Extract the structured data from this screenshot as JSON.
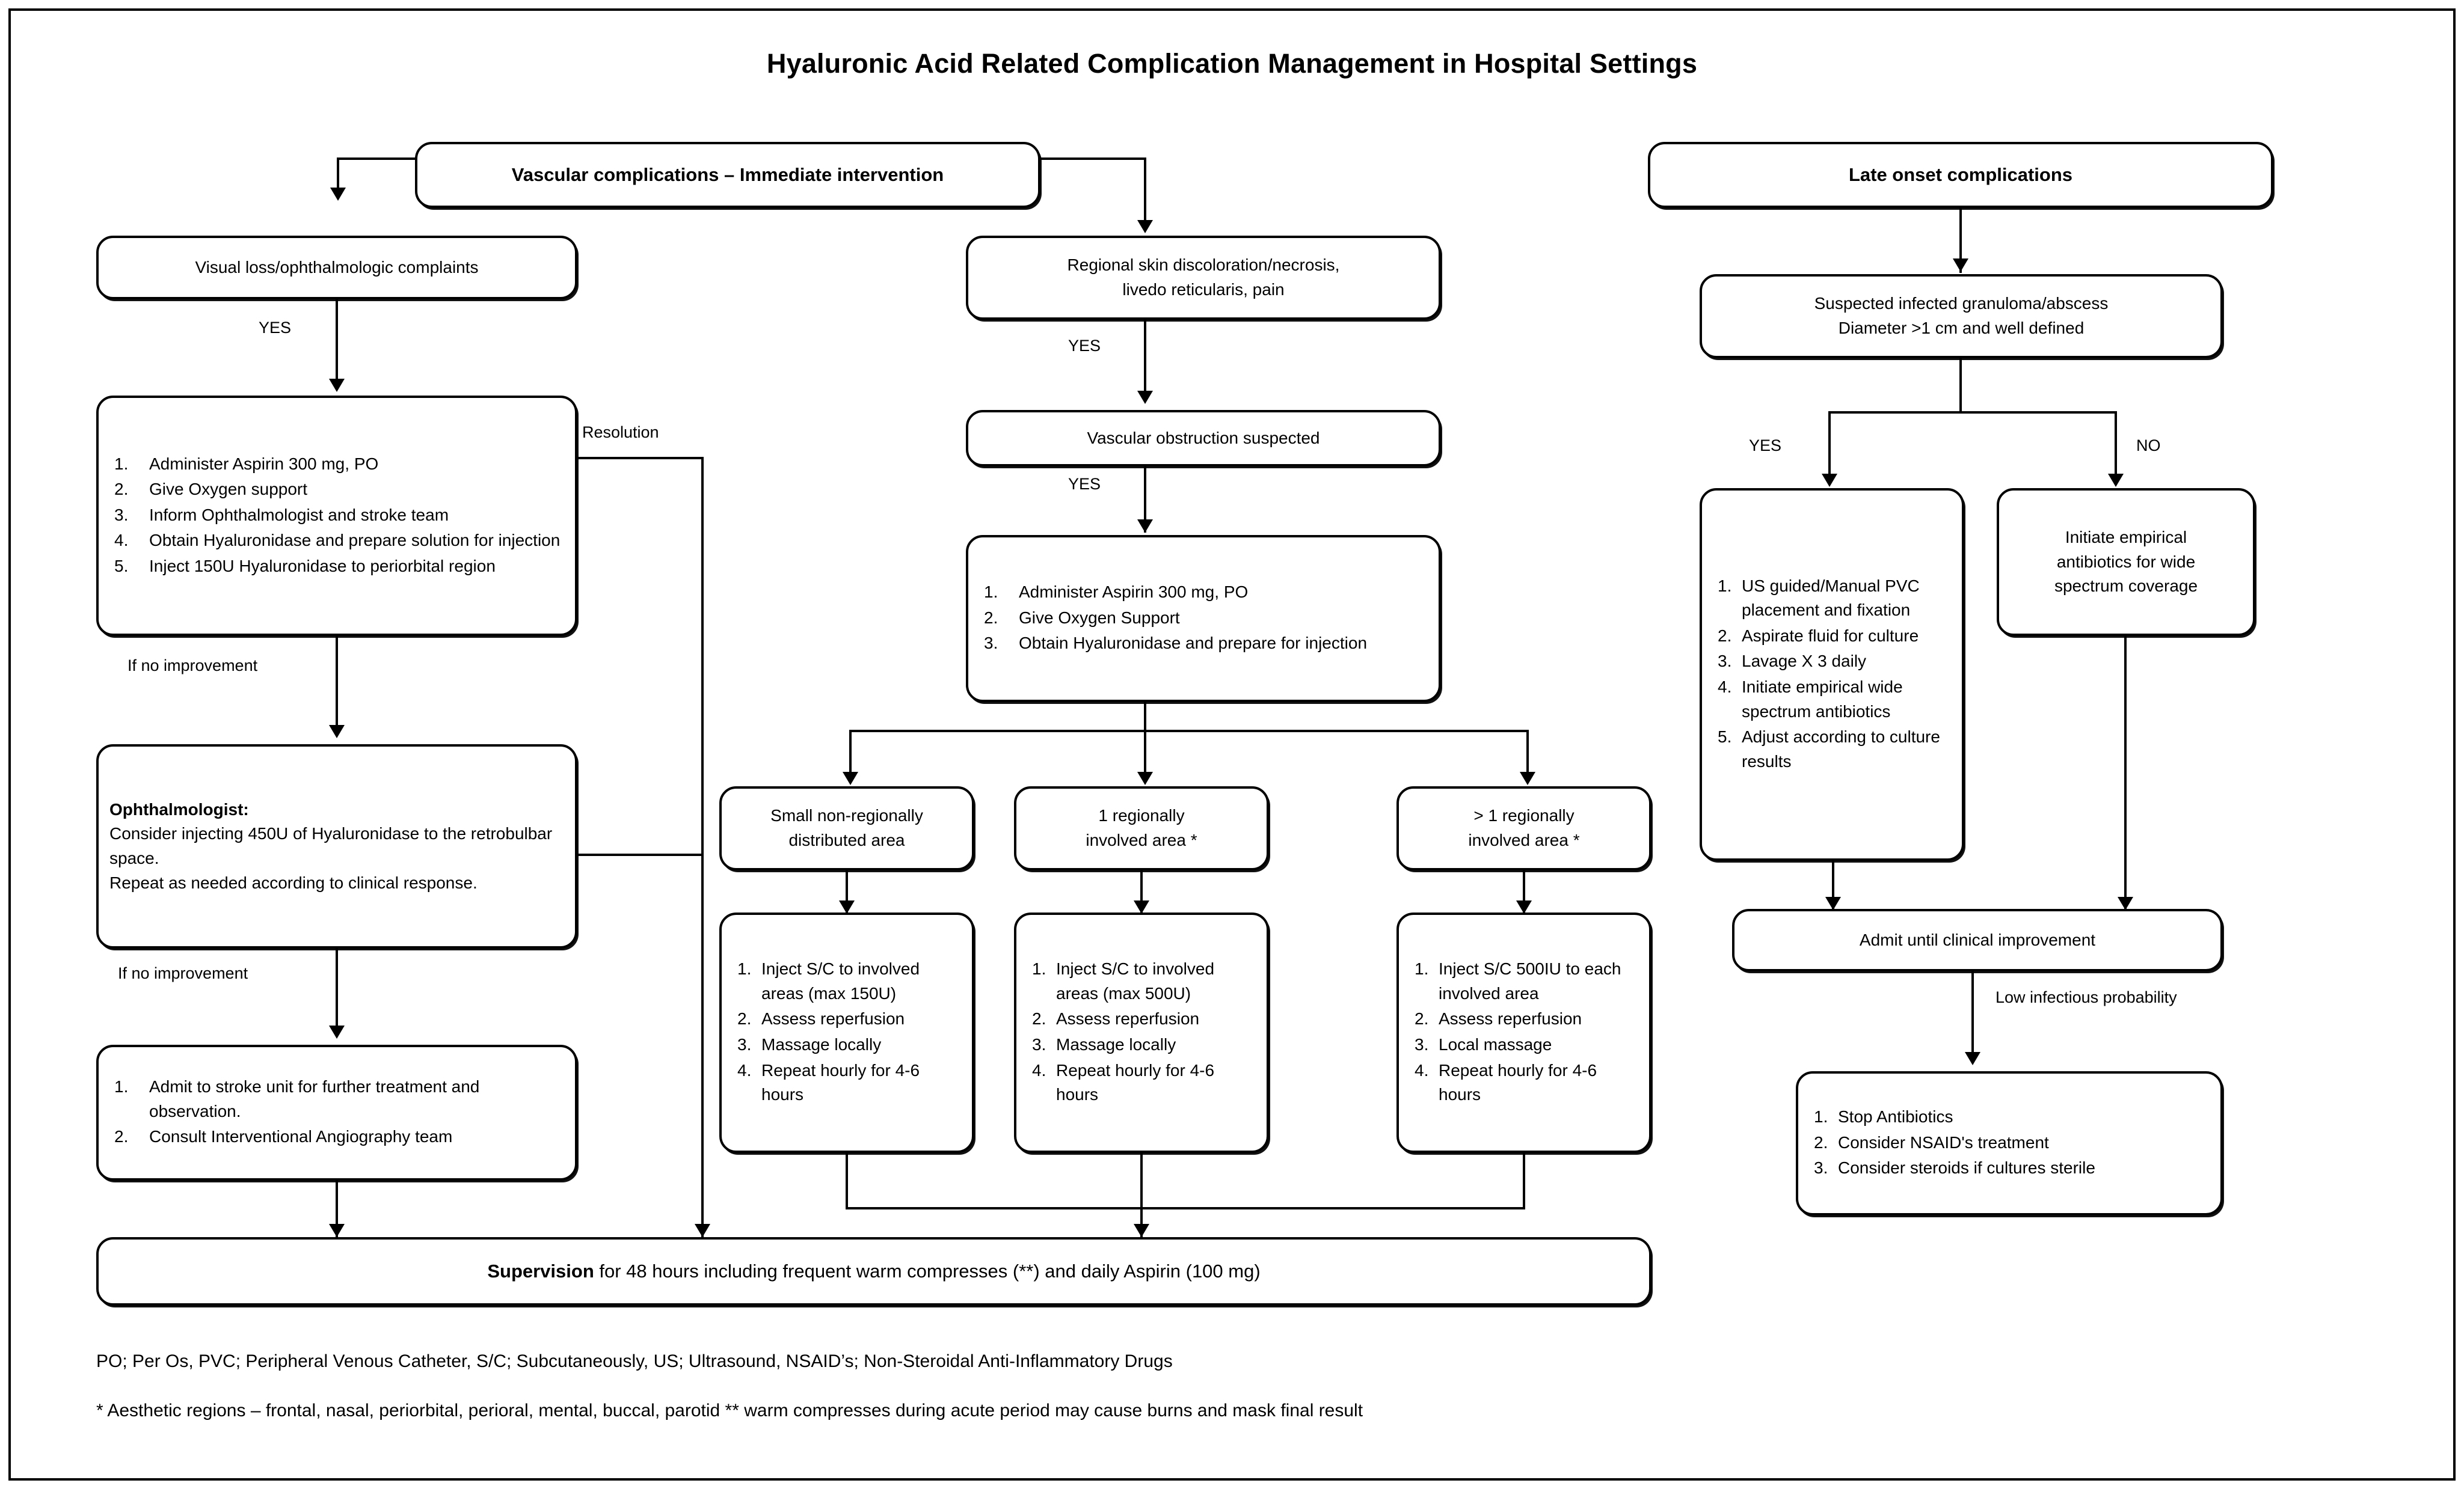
{
  "title": "Hyaluronic Acid Related Complication Management in Hospital Settings",
  "columns": {
    "vascular_header": "Vascular complications – Immediate intervention",
    "late_header": "Late onset complications"
  },
  "nodes": {
    "visual_loss": "Visual loss/ophthalmologic complaints",
    "visual_actions": [
      "Administer Aspirin 300 mg, PO",
      "Give Oxygen support",
      "Inform Ophthalmologist and stroke team",
      "Obtain Hyaluronidase and prepare solution for injection",
      "Inject 150U Hyaluronidase to periorbital region"
    ],
    "ophthalmologist_heading": "Ophthalmologist:",
    "ophthalmologist_line1": "Consider injecting 450U of Hyaluronidase to the retrobulbar space.",
    "ophthalmologist_line2": "Repeat as needed according to clinical response.",
    "stroke_unit": [
      "Admit to stroke unit for further treatment and observation.",
      "Consult Interventional Angiography team"
    ],
    "regional_skin": "Regional skin discoloration/necrosis, livedo reticularis, pain",
    "vascular_obstruction": "Vascular obstruction suspected",
    "vascular_actions": [
      "Administer Aspirin 300 mg, PO",
      "Give Oxygen Support",
      "Obtain Hyaluronidase and prepare for injection"
    ],
    "branch_small": "Small non-regionally distributed area",
    "branch_one": "1 regionally involved area *",
    "branch_many": "> 1 regionally involved area *",
    "treat_small": [
      "Inject S/C to involved areas (max 150U)",
      "Assess reperfusion",
      "Massage locally",
      "Repeat hourly for 4-6 hours"
    ],
    "treat_one": [
      "Inject S/C to involved areas (max 500U)",
      "Assess reperfusion",
      "Massage locally",
      "Repeat hourly for 4-6 hours"
    ],
    "treat_many": [
      "Inject S/C 500IU to each involved area",
      "Assess reperfusion",
      "Local massage",
      "Repeat hourly for 4-6 hours"
    ],
    "granuloma": "Suspected infected granuloma/abscess Diameter >1 cm and well defined",
    "granuloma_line1": "Suspected infected granuloma/abscess",
    "granuloma_line2": "Diameter >1 cm and well defined",
    "us_guided": [
      "US guided/Manual PVC placement and fixation",
      "Aspirate fluid for culture",
      "Lavage X 3 daily",
      "Initiate empirical wide spectrum antibiotics",
      "Adjust according to culture results"
    ],
    "empirical_ab": "Initiate empirical antibiotics for wide spectrum coverage",
    "admit_until": "Admit until clinical improvement",
    "stop_ab": [
      "Stop Antibiotics",
      "Consider NSAID's treatment",
      "Consider steroids if cultures sterile"
    ],
    "supervision_bold": "Supervision",
    "supervision_rest": " for 48 hours including frequent warm compresses (**) and daily Aspirin (100 mg)"
  },
  "edge_labels": {
    "yes_1": "YES",
    "yes_2": "YES",
    "yes_3": "YES",
    "yes_4": "YES",
    "no_1": "NO",
    "resolution": "Resolution",
    "no_improvement_1": "If no improvement",
    "no_improvement_2": "If no improvement",
    "low_infectious": "Low infectious probability"
  },
  "footnotes": {
    "line1": "PO; Per Os, PVC; Peripheral Venous Catheter, S/C; Subcutaneously, US; Ultrasound, NSAID’s; Non-Steroidal Anti-Inflammatory Drugs",
    "line2": "* Aesthetic regions – frontal, nasal, periorbital, perioral, mental, buccal, parotid ** warm compresses during acute period may cause burns and mask final result"
  },
  "colors": {
    "ink": "#000000",
    "background": "#ffffff"
  }
}
